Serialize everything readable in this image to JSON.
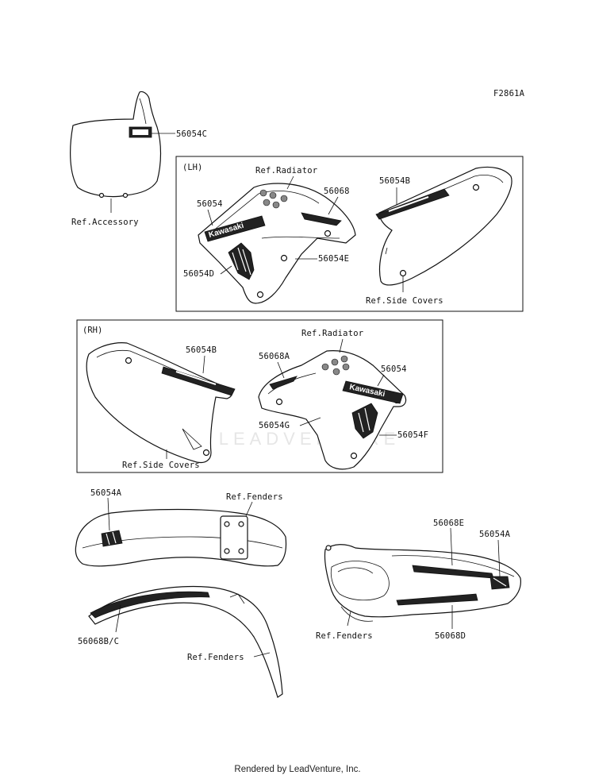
{
  "diagram_id": "F2861A",
  "sections": {
    "lh": "(LH)",
    "rh": "(RH)"
  },
  "labels": {
    "c": "56054C",
    "ref_accessory": "Ref.Accessory",
    "lh_ref_radiator": "Ref.Radiator",
    "lh_56068": "56068",
    "lh_56054": "56054",
    "lh_56054b": "56054B",
    "lh_56054e": "56054E",
    "lh_56054d": "56054D",
    "lh_ref_side_covers": "Ref.Side Covers",
    "rh_ref_radiator": "Ref.Radiator",
    "rh_56054b": "56054B",
    "rh_56068a": "56068A",
    "rh_56054": "56054",
    "rh_56054g": "56054G",
    "rh_56054f": "56054F",
    "rh_ref_side_covers": "Ref.Side Covers",
    "front_56054a": "56054A",
    "front_ref_fenders": "Ref.Fenders",
    "front_56068bc": "56068B/C",
    "front_ref_fenders2": "Ref.Fenders",
    "rear_56068e": "56068E",
    "rear_56054a": "56054A",
    "rear_ref_fenders": "Ref.Fenders",
    "rear_56068d": "56068D"
  },
  "decals": {
    "kawasaki_lh": "Kawasaki",
    "kawasaki_rh": "Kawasaki"
  },
  "watermark": "LEADVENTURE",
  "footer": "Rendered by LeadVenture, Inc."
}
